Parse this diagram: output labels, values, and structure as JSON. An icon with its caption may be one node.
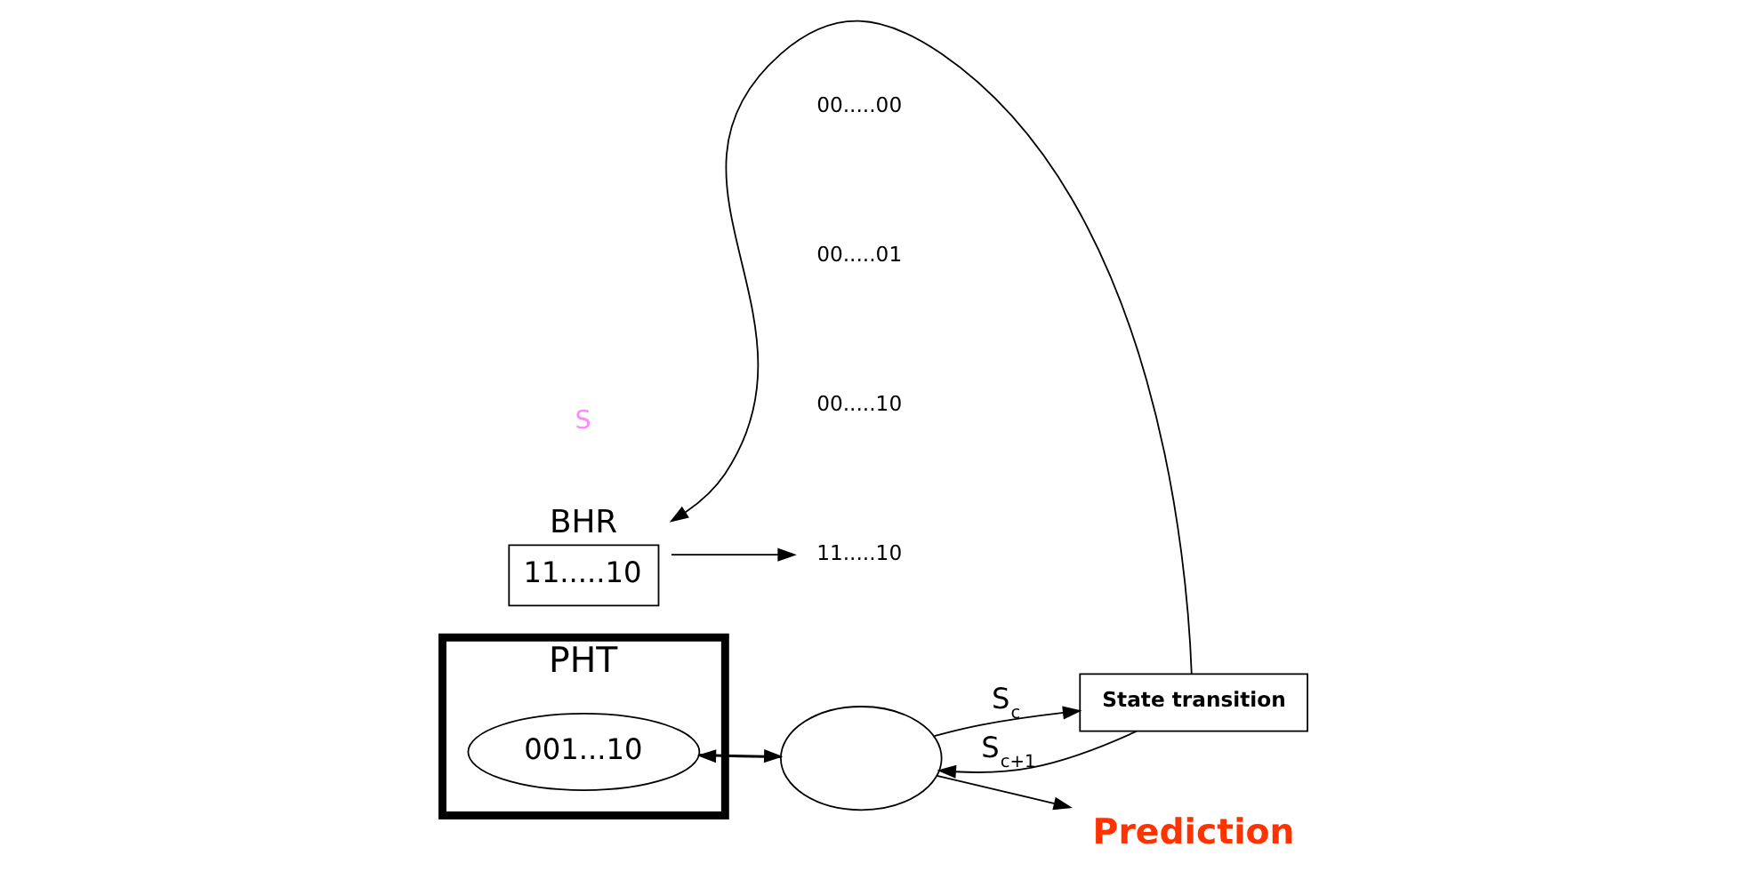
{
  "diagram": {
    "nodes": [
      {
        "text": [
          "BHR",
          "11.....10"
        ]
      },
      {
        "text": [
          "PHT"
        ]
      },
      {
        "text": [
          "001...10"
        ],
        "in": 1
      },
      {
        "text": [
          "11.....10"
        ]
      },
      {
        "text": [],
        "shape": "circle"
      },
      {
        "text": [
          "Prediction"
        ]
      },
      {
        "text": [
          "State transition"
        ]
      }
    ],
    "edges": [
      {
        "from": 0,
        "to": 3,
        "arrow": "to"
      },
      {
        "from": 2,
        "to": 4,
        "arrow": "to"
      },
      {
        "from": 4,
        "to": 2,
        "arrow": "to"
      },
      {
        "from": 4,
        "to": 5,
        "arrow": "to"
      },
      {
        "from": 4,
        "to": 6,
        "arrow": "to",
        "label": "S$_{c}$"
      },
      {
        "from": 6,
        "to": 4,
        "arrow": "to",
        "label": "S$_{c+1}$"
      },
      {
        "from": 6,
        "to": 0,
        "arrow": "to"
      }
    ],
    "labels": [
      "00.....00",
      "00.....01",
      "00.....10",
      "S"
    ]
  }
}
